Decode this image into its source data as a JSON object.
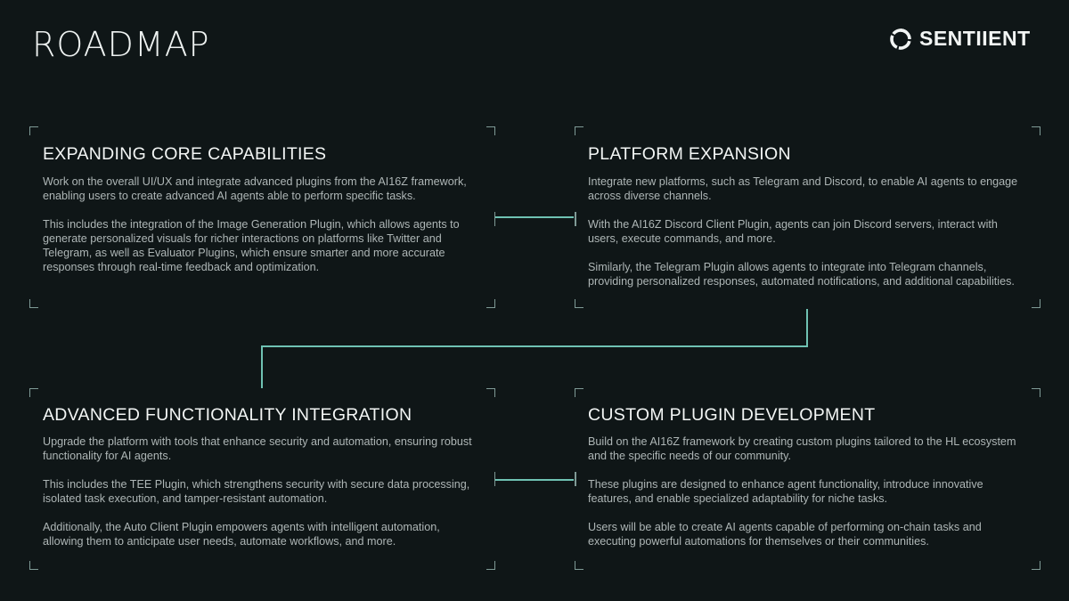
{
  "header": {
    "title": "ROADMAP",
    "brand": "SENTIIENT",
    "brand_logo_icon": "ring-logo-icon"
  },
  "colors": {
    "background": "#0f1617",
    "connector": "#6fc2b3",
    "frame": "#7f9a96"
  },
  "cards": [
    {
      "title": "EXPANDING CORE CAPABILITIES",
      "paragraphs": [
        "Work on the overall UI/UX and integrate advanced plugins from the AI16Z framework, enabling users to create advanced AI agents able to perform specific tasks.",
        "This includes the integration of the Image Generation Plugin, which allows agents to generate personalized visuals for richer interactions on platforms like Twitter and Telegram, as well as Evaluator Plugins, which ensure smarter and more accurate responses through real-time feedback and optimization."
      ]
    },
    {
      "title": "PLATFORM EXPANSION",
      "paragraphs": [
        "Integrate new platforms, such as Telegram and Discord, to enable AI agents to engage across diverse channels.",
        "With the AI16Z Discord Client Plugin, agents can join Discord servers, interact with users, execute commands, and more.",
        "Similarly, the Telegram Plugin allows agents to integrate into Telegram channels, providing personalized responses, automated notifications, and additional capabilities."
      ]
    },
    {
      "title": "ADVANCED FUNCTIONALITY INTEGRATION",
      "paragraphs": [
        "Upgrade the platform with tools that enhance security and automation, ensuring robust functionality for AI agents.",
        "This includes the TEE Plugin, which strengthens security with secure data processing, isolated task execution, and tamper-resistant automation.",
        "Additionally, the Auto Client Plugin empowers agents with intelligent automation, allowing them to anticipate user needs, automate workflows, and more."
      ]
    },
    {
      "title": "CUSTOM PLUGIN DEVELOPMENT",
      "paragraphs": [
        "Build on the AI16Z framework by creating custom plugins tailored to the HL ecosystem and the specific needs of our community.",
        "These plugins are designed to enhance agent functionality, introduce innovative features, and enable specialized adaptability for niche tasks.",
        "Users will be able to create AI agents capable of performing on-chain tasks and executing powerful automations for themselves or their communities."
      ]
    }
  ]
}
